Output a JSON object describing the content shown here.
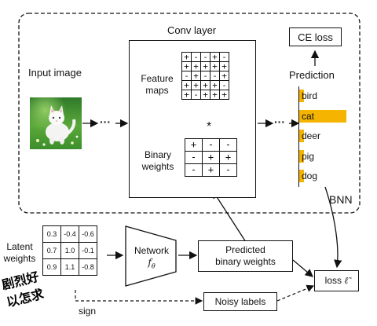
{
  "bnn": {
    "label": "BNN",
    "input_image_label": "Input image",
    "conv_layer_title": "Conv layer",
    "feature_maps_label": [
      "Feature",
      "maps"
    ],
    "feature_maps": [
      [
        "+",
        "-",
        "-",
        "+",
        "-"
      ],
      [
        "+",
        "+",
        "+",
        "+",
        "+"
      ],
      [
        "-",
        "+",
        "-",
        "-",
        "+"
      ],
      [
        "+",
        "+",
        "+",
        "+",
        "-"
      ],
      [
        "+",
        "-",
        "+",
        "+",
        "+"
      ]
    ],
    "conv_operator": "*",
    "binary_weights_label": [
      "Binary",
      "weights"
    ],
    "binary_weights": [
      [
        "+",
        "-",
        "-"
      ],
      [
        "-",
        "+",
        "+"
      ],
      [
        "-",
        "+",
        "-"
      ]
    ],
    "ellipsis": "···",
    "prediction_label": "Prediction",
    "ce_loss_label": "CE loss",
    "prediction_classes": [
      {
        "label": "bird",
        "value": 0.06
      },
      {
        "label": "cat",
        "value": 1.0
      },
      {
        "label": "deer",
        "value": 0.06
      },
      {
        "label": "pig",
        "value": 0.06
      },
      {
        "label": "dog",
        "value": 0.06
      }
    ],
    "accent_color": "#f4b400"
  },
  "lower": {
    "latent_weights_label": [
      "Latent",
      "weights"
    ],
    "latent_weights": [
      [
        "0.3",
        "-0.4",
        "-0.6"
      ],
      [
        "0.7",
        "1.0",
        "-0.1"
      ],
      [
        "0.9",
        "1.1",
        "-0.8"
      ]
    ],
    "network_label": "Network",
    "network_symbol": "f",
    "network_subscript": "θ",
    "predicted_binary_weights_label": [
      "Predicted",
      "binary weights"
    ],
    "noisy_labels_label": "Noisy labels",
    "sign_label": "sign",
    "loss_label": "loss",
    "loss_symbol": "ℓ̃"
  },
  "watermark": [
    "剧烈好",
    "以怎求"
  ]
}
